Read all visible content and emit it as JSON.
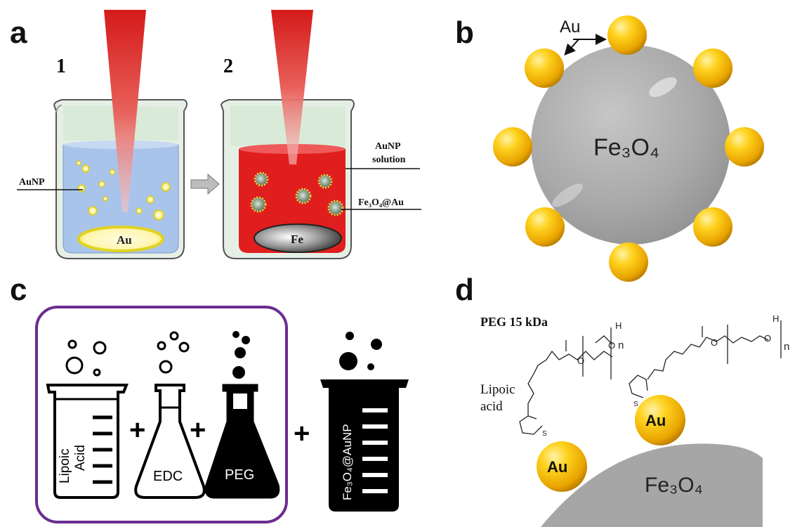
{
  "panels": {
    "a": {
      "letter": "a",
      "step1": "1",
      "step2": "2",
      "auNP_label": "AuNP",
      "au_target": "Au",
      "fe_target": "Fe",
      "auNP_solution_line1": "AuNP",
      "auNP_solution_line2": "solution",
      "product_label": "Fe₃O₄@Au"
    },
    "b": {
      "letter": "b",
      "au_label": "Au",
      "core_label": "Fe₃O₄"
    },
    "c": {
      "letter": "c",
      "beaker1_label_line1": "Lipoic",
      "beaker1_label_line2": "Acid",
      "flask_edc": "EDC",
      "flask_peg": "PEG",
      "beaker2_label": "Fe₃O₄@AuNP",
      "plus": "+"
    },
    "d": {
      "letter": "d",
      "peg_label": "PEG 15 kDa",
      "lipoic_line1": "Lipoic",
      "lipoic_line2": "acid",
      "au_left": "Au",
      "au_right": "Au",
      "core_label": "Fe₃O₄",
      "atom_o": "O",
      "atom_h": "H",
      "atom_s": "S",
      "subscript_n": "n"
    }
  },
  "colors": {
    "laser_red": "#d42020",
    "solution_blue": "#a9c4ea",
    "solution_red": "#e01e1e",
    "gold": "#f2b81a",
    "gray_core": "#a8a8a8",
    "frame_purple": "#6a2c91"
  }
}
